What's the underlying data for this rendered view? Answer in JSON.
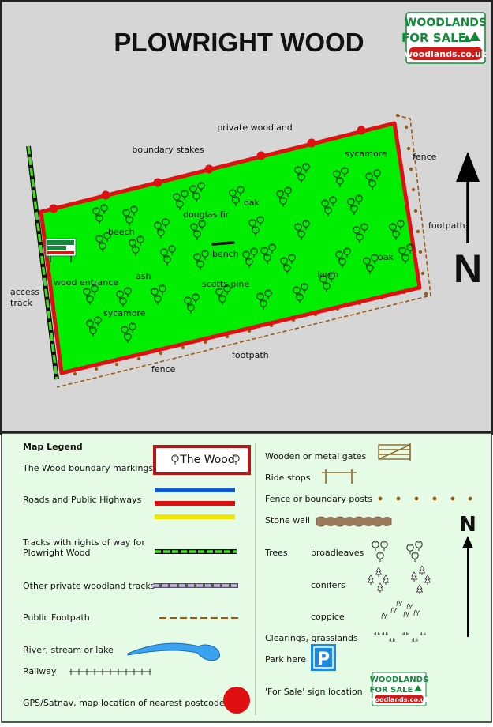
{
  "map": {
    "title": "PLOWRIGHT WOOD",
    "logo": {
      "line1": "WOODLANDS",
      "line2": "FOR SALE",
      "url": "woodlands.co.uk"
    },
    "north_label": "N",
    "labels": {
      "private_woodland": "private woodland",
      "boundary_stakes": "boundary stakes",
      "sycamore_ne": "sycamore",
      "fence_east": "fence",
      "footpath_east": "footpath",
      "oak_n": "oak",
      "douglas_fir": "douglas fir",
      "beech": "beech",
      "bench": "bench",
      "ash": "ash",
      "scotts_pine": "scotts pine",
      "larch": "larch",
      "oak_e": "oak",
      "wood_entrance": "wood entrance",
      "sycamore_sw": "sycamore",
      "access_track_1": "access",
      "access_track_2": "track",
      "footpath_south": "footpath",
      "fence_south": "fence"
    }
  },
  "legend": {
    "heading": "Map Legend",
    "wood_boundary": "The Wood boundary markings",
    "wood_badge": "The Wood",
    "roads": "Roads and Public Highways",
    "tracks_1": "Tracks with rights of way for",
    "tracks_2": "Plowright Wood",
    "private_tracks": "Other private woodland tracks",
    "public_footpath": "Public Footpath",
    "river": "River, stream or lake",
    "railway": "Railway",
    "gps": "GPS/Satnav, map location of nearest postcode",
    "gates": "Wooden or metal gates",
    "ride_stops": "Ride stops",
    "fence_posts": "Fence or boundary posts",
    "stone_wall": "Stone wall",
    "trees": "Trees,",
    "broadleaves": "broadleaves",
    "conifers": "conifers",
    "coppice": "coppice",
    "clearings": "Clearings, grasslands",
    "park": "Park here",
    "park_sign": "P",
    "for_sale_sign": "'For Sale'  sign location",
    "north_label": "N"
  },
  "colors": {
    "wood_fill": "#00ee00",
    "boundary": "#e01010",
    "fence_dots": "#9a5a14",
    "road_blue": "#1060e0",
    "road_red": "#e01010",
    "road_yellow": "#f2e600",
    "track_green": "#44dd22",
    "water": "#3aa2ee",
    "logo_green": "#128a3a",
    "logo_red": "#d01a1a",
    "map_bg": "#d6d6d6",
    "legend_bg": "#e6fbe6"
  }
}
